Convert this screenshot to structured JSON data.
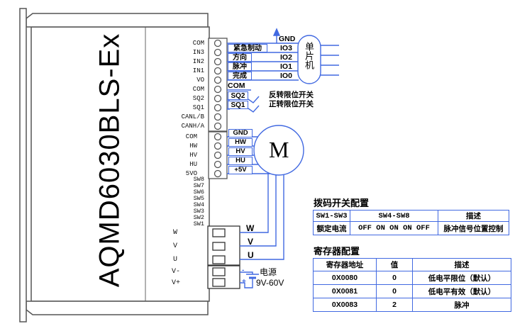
{
  "device": {
    "model": "AQMD6030BLS-Ex",
    "io_connector_pins": [
      "COM",
      "IN3",
      "IN2",
      "IN1",
      "VO",
      "COM",
      "SQ2",
      "SQ1",
      "CANL/B",
      "CANH/A"
    ],
    "hall_connector_pins": [
      "COM",
      "HW",
      "HV",
      "HU",
      "5VO"
    ],
    "dip_switch_pins": [
      "SW8",
      "SW7",
      "SW6",
      "SW5",
      "SW4",
      "SW3",
      "SW2",
      "SW1"
    ],
    "power_pins": [
      "W",
      "V",
      "U",
      "V-",
      "V+"
    ]
  },
  "control": {
    "gnd_label": "GND",
    "signals": [
      {
        "name": "紧急制动",
        "io": "IO3"
      },
      {
        "name": "方向",
        "io": "IO2"
      },
      {
        "name": "脉冲",
        "io": "IO1"
      },
      {
        "name": "完成",
        "io": "IO0"
      }
    ],
    "com_label": "COM",
    "limit_switches": [
      {
        "pin": "SQ2",
        "desc": "反转限位开关"
      },
      {
        "pin": "SQ1",
        "desc": "正转限位开关"
      }
    ],
    "mcu_label": "单片机"
  },
  "motor": {
    "label": "M",
    "hall_wire_labels": [
      "GND",
      "HW",
      "HV",
      "HU",
      "+5V"
    ],
    "phase_wire_labels": [
      "W",
      "V",
      "U"
    ]
  },
  "power_supply": {
    "minus": "-",
    "plus": "+",
    "name": "电源",
    "range": "9V-60V"
  },
  "dip_table": {
    "title": "拨码开关配置",
    "headers": [
      "SW1-SW3",
      "SW4-SW8",
      "描述"
    ],
    "rows": [
      [
        "额定电流",
        "OFF ON ON ON OFF",
        "脉冲信号位置控制"
      ]
    ]
  },
  "register_table": {
    "title": "寄存器配置",
    "headers": [
      "寄存器地址",
      "值",
      "描述"
    ],
    "rows": [
      [
        "0X0080",
        "0",
        "低电平限位（默认）"
      ],
      [
        "0X0081",
        "0",
        "低电平有效（默认）"
      ],
      [
        "0X0083",
        "2",
        "脉冲"
      ]
    ]
  },
  "colors": {
    "wire": "#4169e1",
    "outline": "#555555",
    "text": "#000000"
  }
}
